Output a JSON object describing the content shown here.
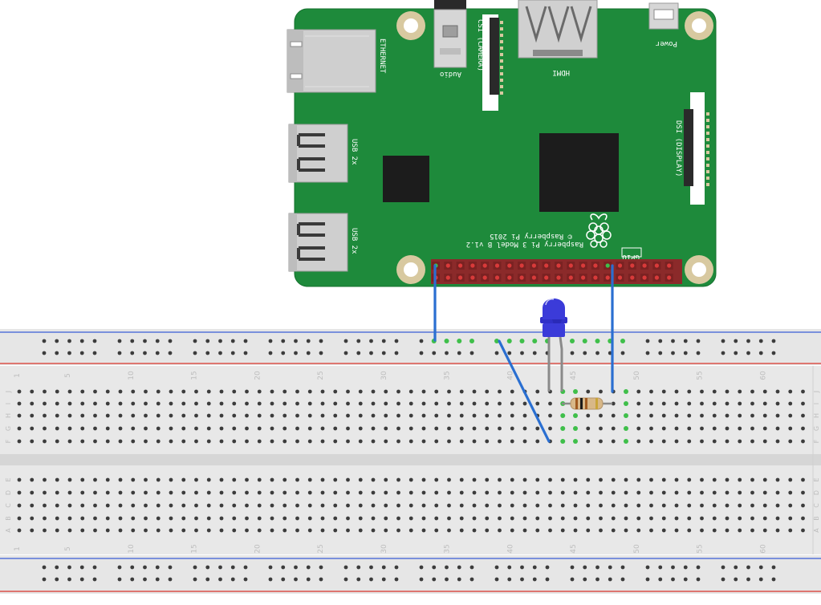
{
  "colors": {
    "board": "#1e8a3b",
    "board_edge": "#15702e",
    "breadboard": "#e8e8e8",
    "rail_red": "#d9342b",
    "rail_blue": "#3a5cd6",
    "hole": "#3c3c3c",
    "hole_green": "#3fbf4a",
    "wire": "#2a6fd1",
    "led": "#3b3bd9",
    "resistor": "#d8b888",
    "chip": "#1c1c1c"
  },
  "raspberry_pi": {
    "ethernet_label": "ETHERNET",
    "usb_top_label": "USB 2x",
    "usb_bottom_label": "USB 2x",
    "audio_label": "Audio",
    "csi_label": "CSI (CAMERA)",
    "hdmi_label": "HDMI",
    "power_label": "Power",
    "dsi_label": "DSI (DISPLAY)",
    "model_label": "Raspberry Pi 3 Model B v1.2",
    "copyright_label": "© Raspberry Pi 2015",
    "gpio_label": "GPIO",
    "logo_icon": "raspberry-logo-icon"
  },
  "breadboard": {
    "column_numbers": [
      "1",
      "5",
      "10",
      "15",
      "20",
      "25",
      "30",
      "35",
      "40",
      "45",
      "50",
      "55",
      "60"
    ],
    "row_labels_top": [
      "J",
      "I",
      "H",
      "G",
      "F"
    ],
    "row_labels_bottom": [
      "E",
      "D",
      "C",
      "B",
      "A"
    ]
  },
  "components": {
    "led_icon": "blue-led-icon",
    "resistor_icon": "resistor-icon"
  }
}
